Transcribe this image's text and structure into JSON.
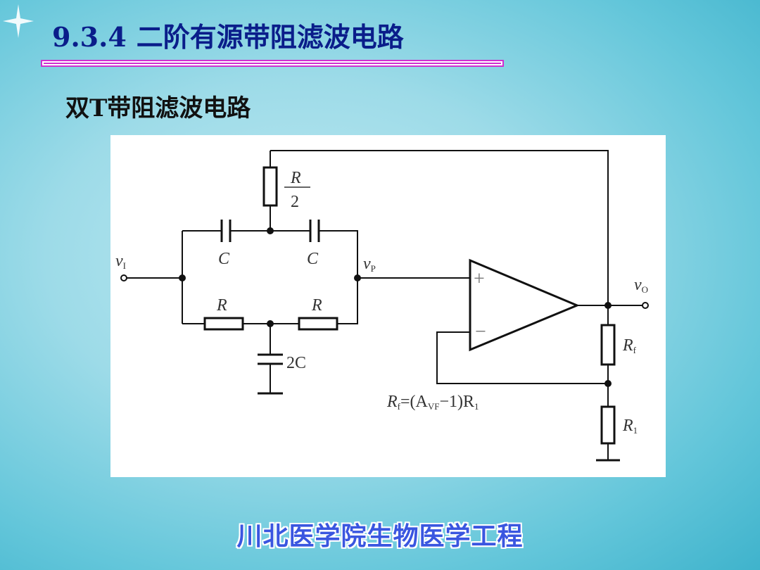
{
  "slide": {
    "title_number": "9.3.4",
    "title_text": "二阶有源带阻滤波电路",
    "subtitle": "双T带阻滤波电路",
    "footer": "川北医学院生物医学工程"
  },
  "diagram": {
    "labels": {
      "r_half_num": "R",
      "r_half_den": "2",
      "cap_left": "C",
      "cap_right": "C",
      "cap_ground": "2C",
      "res_left": "R",
      "res_right": "R",
      "input_var": "v",
      "input_sub": "I",
      "node_p_var": "v",
      "node_p_sub": "P",
      "output_var": "v",
      "output_sub": "O",
      "rf_var": "R",
      "rf_sub": "f",
      "r1_var": "R",
      "r1_sub": "1",
      "plus": "+",
      "minus": "−",
      "formula_rf": "R",
      "formula_rf_sub": "f",
      "formula_mid": "=(A",
      "formula_a_sub": "VF",
      "formula_end": "−1)R",
      "formula_r1_sub": "1"
    }
  },
  "colors": {
    "title": "#0a1d8a",
    "rule": "#d02fd0",
    "footer": "#3a56e0"
  }
}
